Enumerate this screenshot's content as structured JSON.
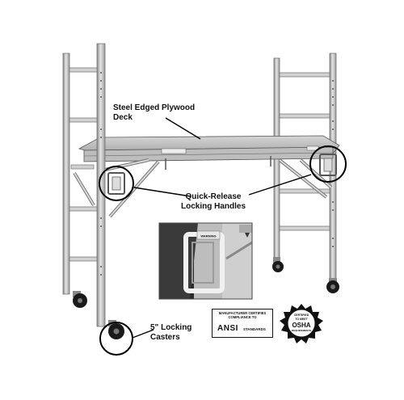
{
  "labels": {
    "deck": "Steel Edged Plywood Deck",
    "handles_line1": "Quick-Release",
    "handles_line2": "Locking Handles",
    "casters_line1": "5\" Locking",
    "casters_line2": "Casters"
  },
  "ansi_badge": {
    "line1": "MANUFACTURER CERTIFIES",
    "line2": "COMPLIANCE TO",
    "brand": "ANSI",
    "suffix": "STANDARDS"
  },
  "osha_seal": {
    "top": "CERTIFIED",
    "mid": "TO MEET",
    "brand": "OSHA",
    "bottom": "REQUIREMENTS"
  },
  "inset": {
    "sticker": "WARNING"
  },
  "colors": {
    "frame": "#c8c8c8",
    "frame_edge": "#6e6e6e",
    "deck": "#b9b9b9",
    "wheel": "#1a1a1a",
    "ink": "#111111"
  }
}
